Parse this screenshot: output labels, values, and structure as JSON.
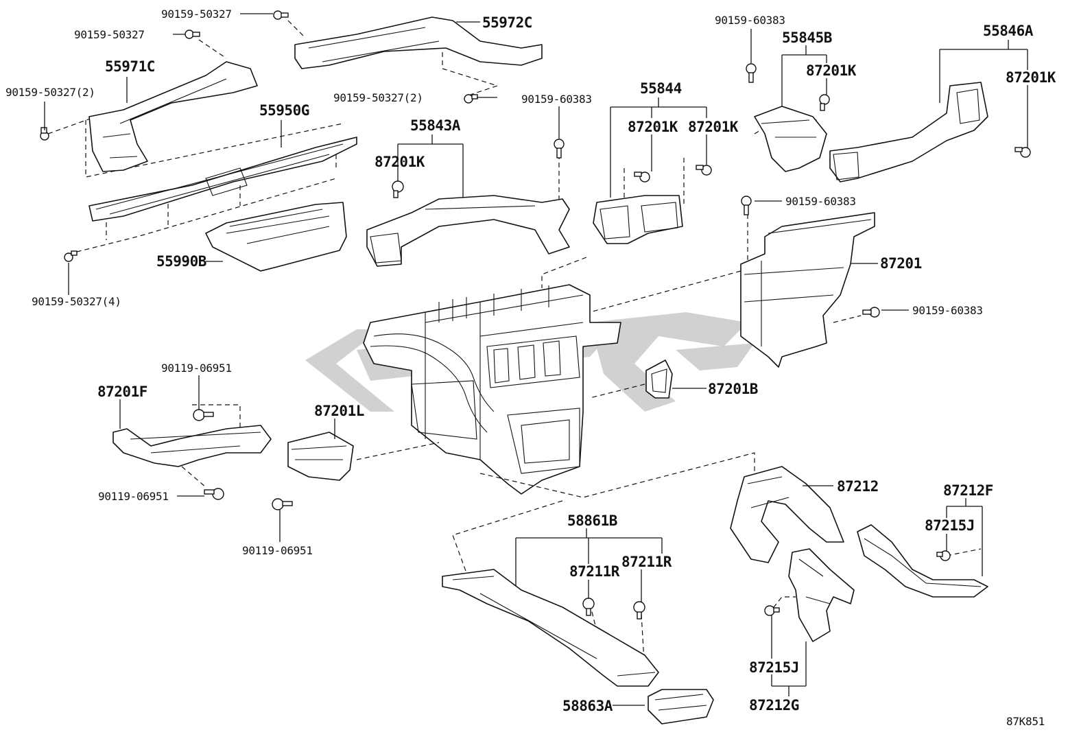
{
  "diagram_code": "87K851",
  "labels": {
    "screw_top_1": "90159-50327",
    "screw_top_2": "90159-50327",
    "duct_55972c": "55972C",
    "duct_55971c": "55971C",
    "screw_55971c": "90159-50327(2)",
    "screw_55972c_lower": "90159-50327(2)",
    "panel_55950g": "55950G",
    "duct_55990b": "55990B",
    "screw_55990b": "90159-50327(4)",
    "screw_center_top": "90159-60383",
    "duct_55843a": "55843A",
    "clip_55843a": "87201K",
    "duct_55844": "55844",
    "clip_55844_left": "87201K",
    "clip_55844_right": "87201K",
    "screw_55845b": "90159-60383",
    "duct_55845b": "55845B",
    "clip_55845b": "87201K",
    "duct_55846a": "55846A",
    "clip_55846a": "87201K",
    "screw_87201_top": "90159-60383",
    "duct_87201": "87201",
    "screw_87201_right": "90159-60383",
    "duct_87201b": "87201B",
    "screw_87201f_top": "90119-06951",
    "bracket_87201f": "87201F",
    "screw_87201f_bottom": "90119-06951",
    "duct_87201l": "87201L",
    "screw_87201l": "90119-06951",
    "duct_87212": "87212",
    "duct_87212f": "87212F",
    "clip_87212f": "87215J",
    "duct_58861b": "58861B",
    "clip_58861b_left": "87211R",
    "clip_58861b_right": "87211R",
    "duct_58863a": "58863A",
    "clip_87212g": "87215J",
    "duct_87212g": "87212G"
  }
}
